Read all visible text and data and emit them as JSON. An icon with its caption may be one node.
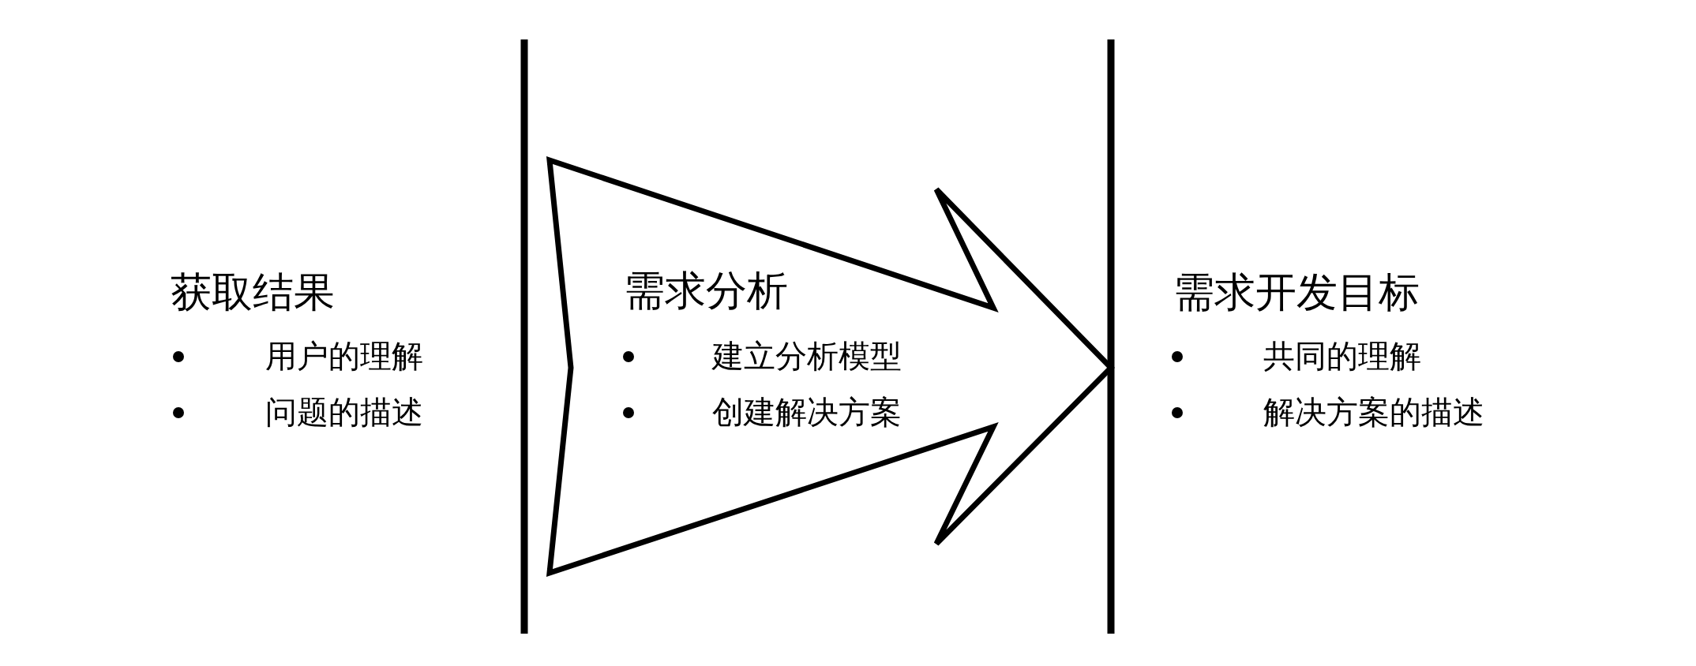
{
  "diagram": {
    "nodes": [
      {
        "text": [
          "需求分析",
          "建立分析模型",
          "创建解决方案"
        ]
      }
    ],
    "labels": [
      "获取结果",
      "用户的理解",
      "问题的描述",
      "需求开发目标",
      "共同的理解",
      "解决方案的描述"
    ]
  }
}
